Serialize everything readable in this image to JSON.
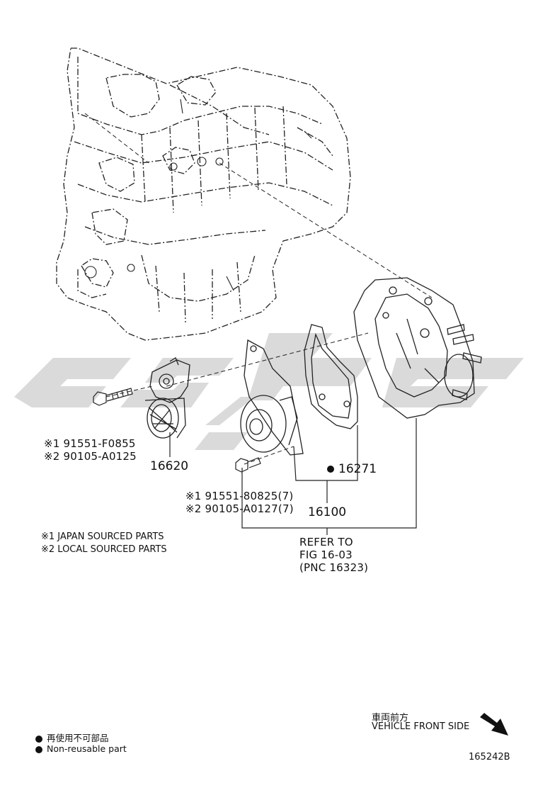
{
  "callouts": {
    "tensioner_pnc": "16620",
    "tensioner_bolt_jp": "※1 91551-F0855",
    "tensioner_bolt_local": "※2 90105-A0125",
    "gasket_pnc": "16271",
    "pump_bolt_jp": "※1 91551-80825(7)",
    "pump_bolt_local": "※2 90105-A0127(7)",
    "pump_pnc": "16100",
    "refer_line1": "REFER TO",
    "refer_line2": "FIG 16-03",
    "refer_line3": "(PNC 16323)"
  },
  "notes": {
    "japan": "※1 JAPAN SOURCED PARTS",
    "local": "※2 LOCAL SOURCED PARTS"
  },
  "direction": {
    "jp": "車両前方",
    "en": "VEHICLE FRONT SIDE"
  },
  "legend": {
    "jp": "再使用不可部品",
    "en": "Non-reusable part"
  },
  "figure_id": "165242B",
  "colors": {
    "line": "#222222",
    "watermark": "#d2d2d2"
  }
}
